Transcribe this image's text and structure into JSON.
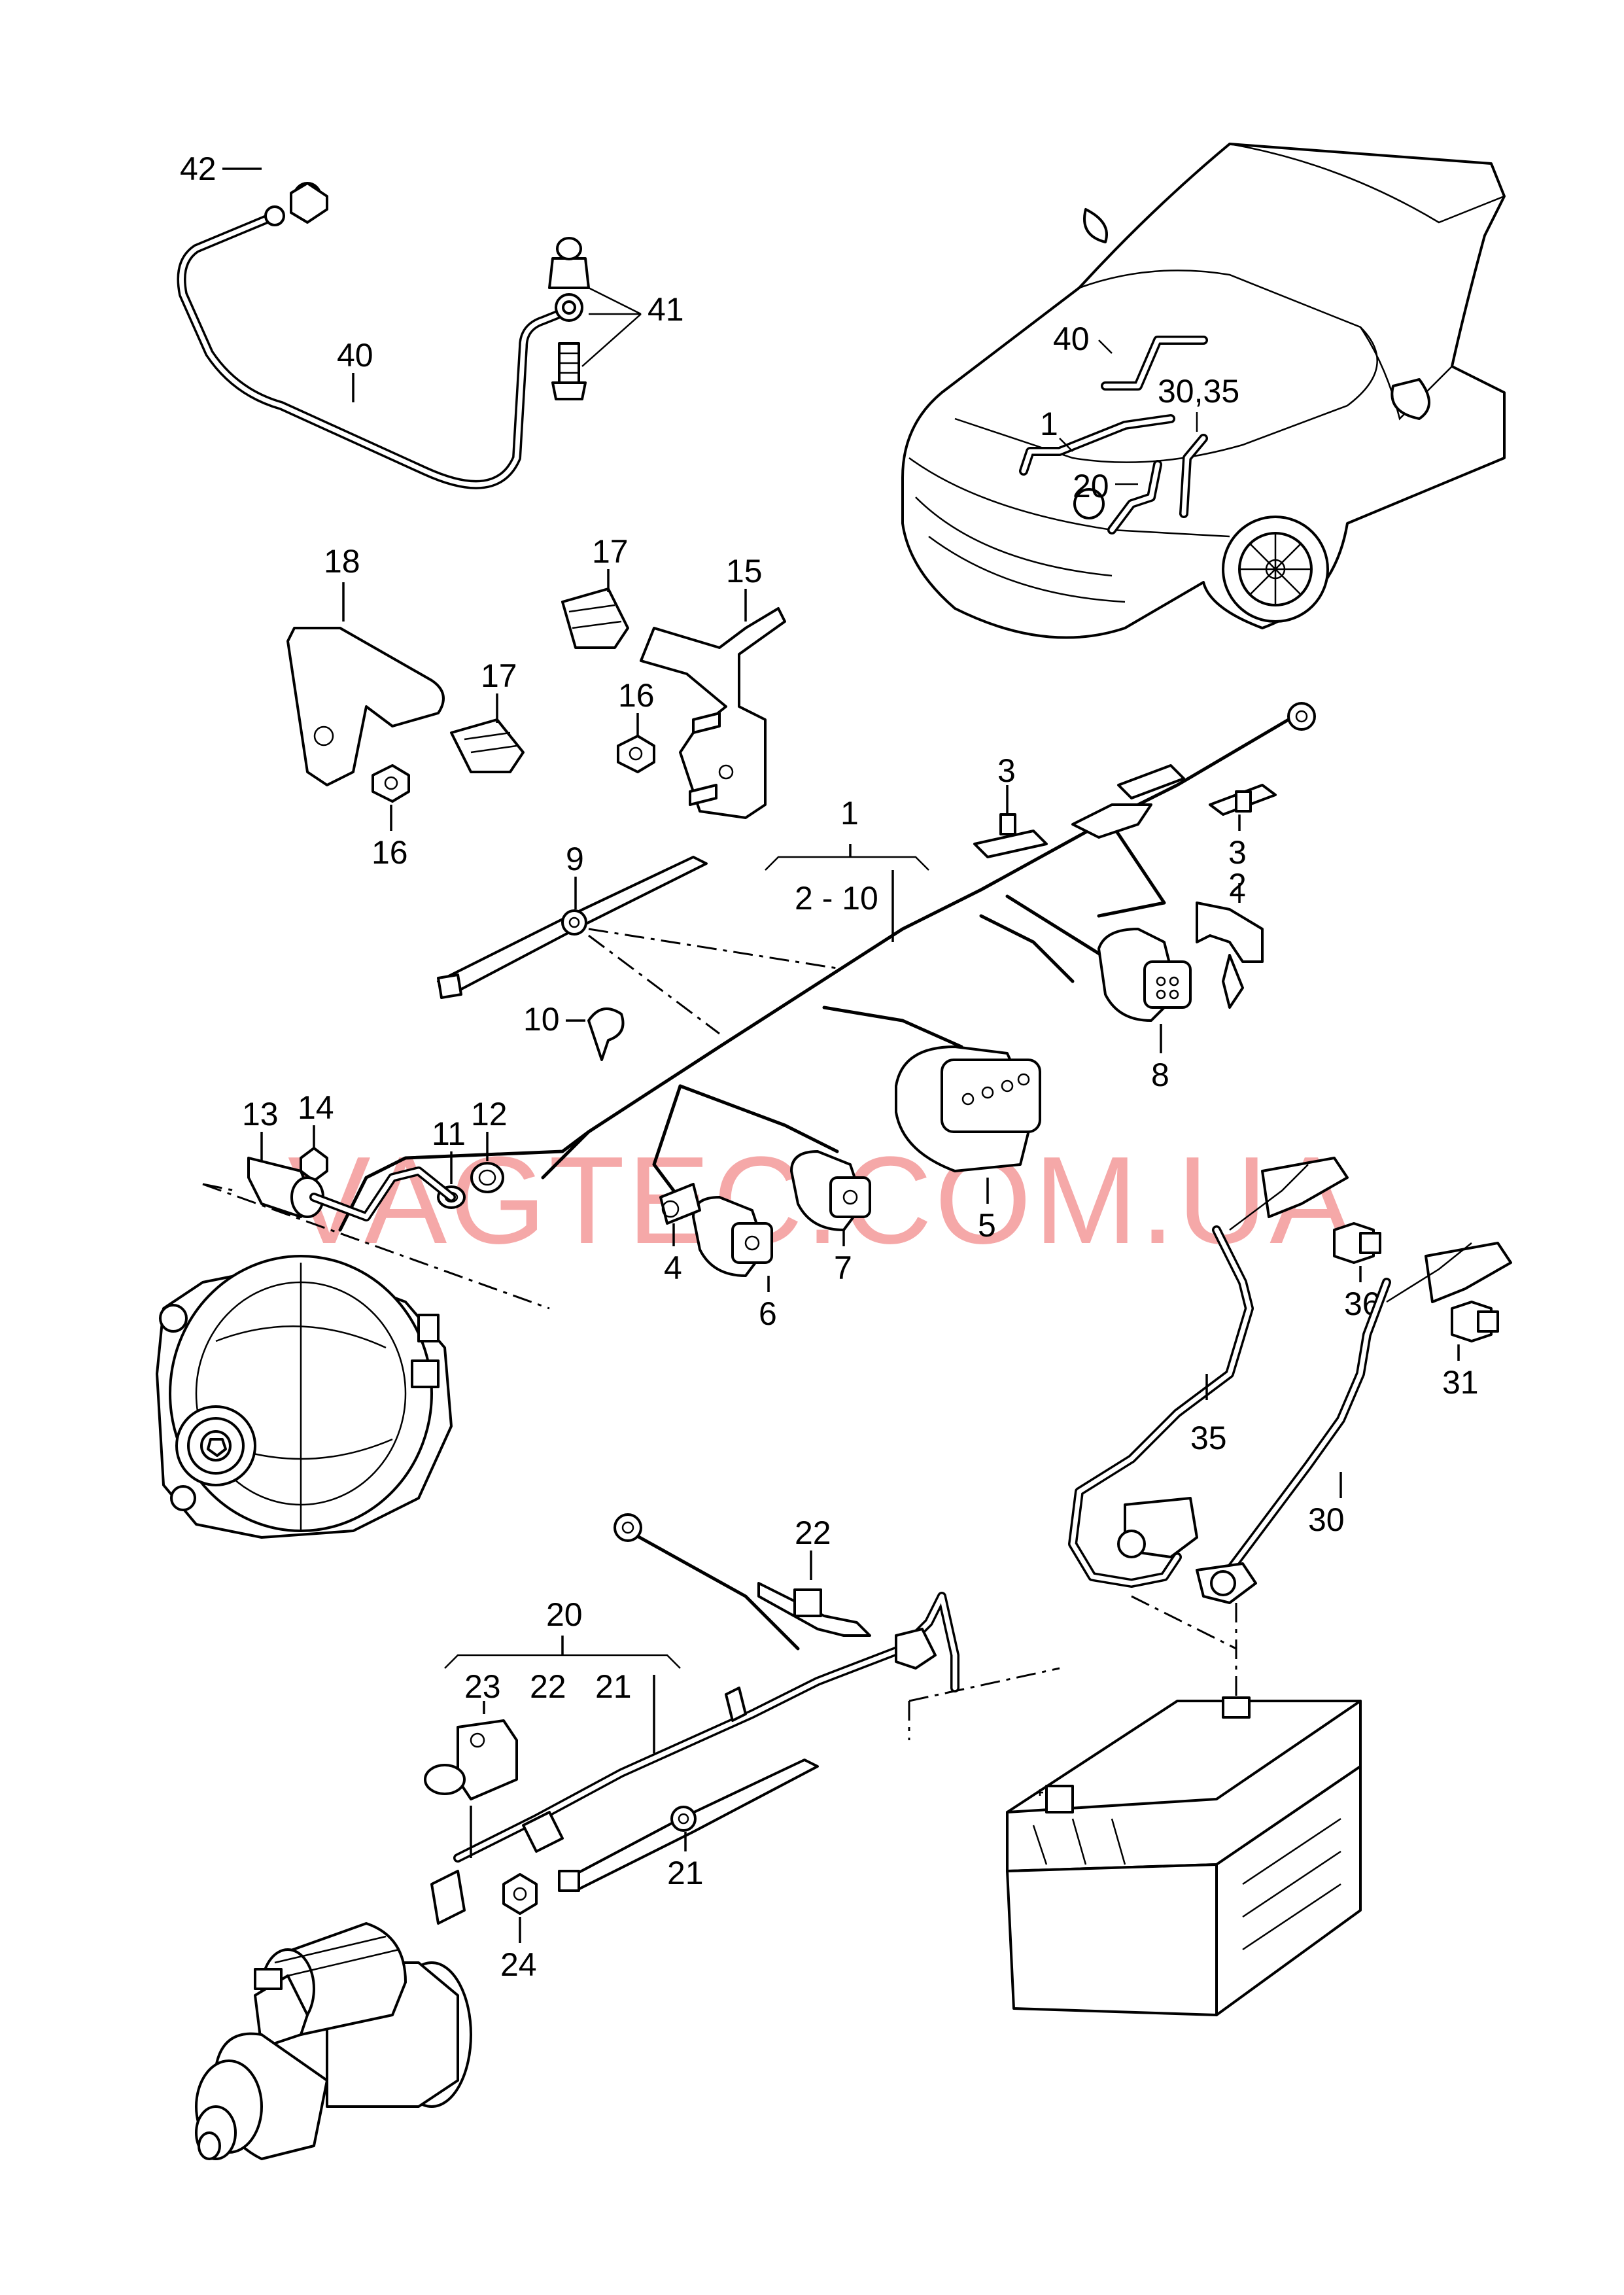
{
  "watermark": "VAGTEC.COM.UA",
  "labels": {
    "p1": "1",
    "p1_range": "2 - 10",
    "p2": "2",
    "p3a": "3",
    "p3b": "3",
    "p4": "4",
    "p5": "5",
    "p6": "6",
    "p7": "7",
    "p8": "8",
    "p9": "9",
    "p10": "10",
    "p11": "11",
    "p12": "12",
    "p13": "13",
    "p14": "14",
    "p15": "15",
    "p16a": "16",
    "p16b": "16",
    "p17a": "17",
    "p17b": "17",
    "p18": "18",
    "p20": "20",
    "p20_sub_23": "23",
    "p20_sub_22": "22",
    "p20_sub_21": "21",
    "p21": "21",
    "p22": "22",
    "p24": "24",
    "p30": "30",
    "p31": "31",
    "p35": "35",
    "p36": "36",
    "p40": "40",
    "p41": "41",
    "p42": "42",
    "car_40": "40",
    "car_1": "1",
    "car_20": "20",
    "car_30_35": "30,35"
  }
}
